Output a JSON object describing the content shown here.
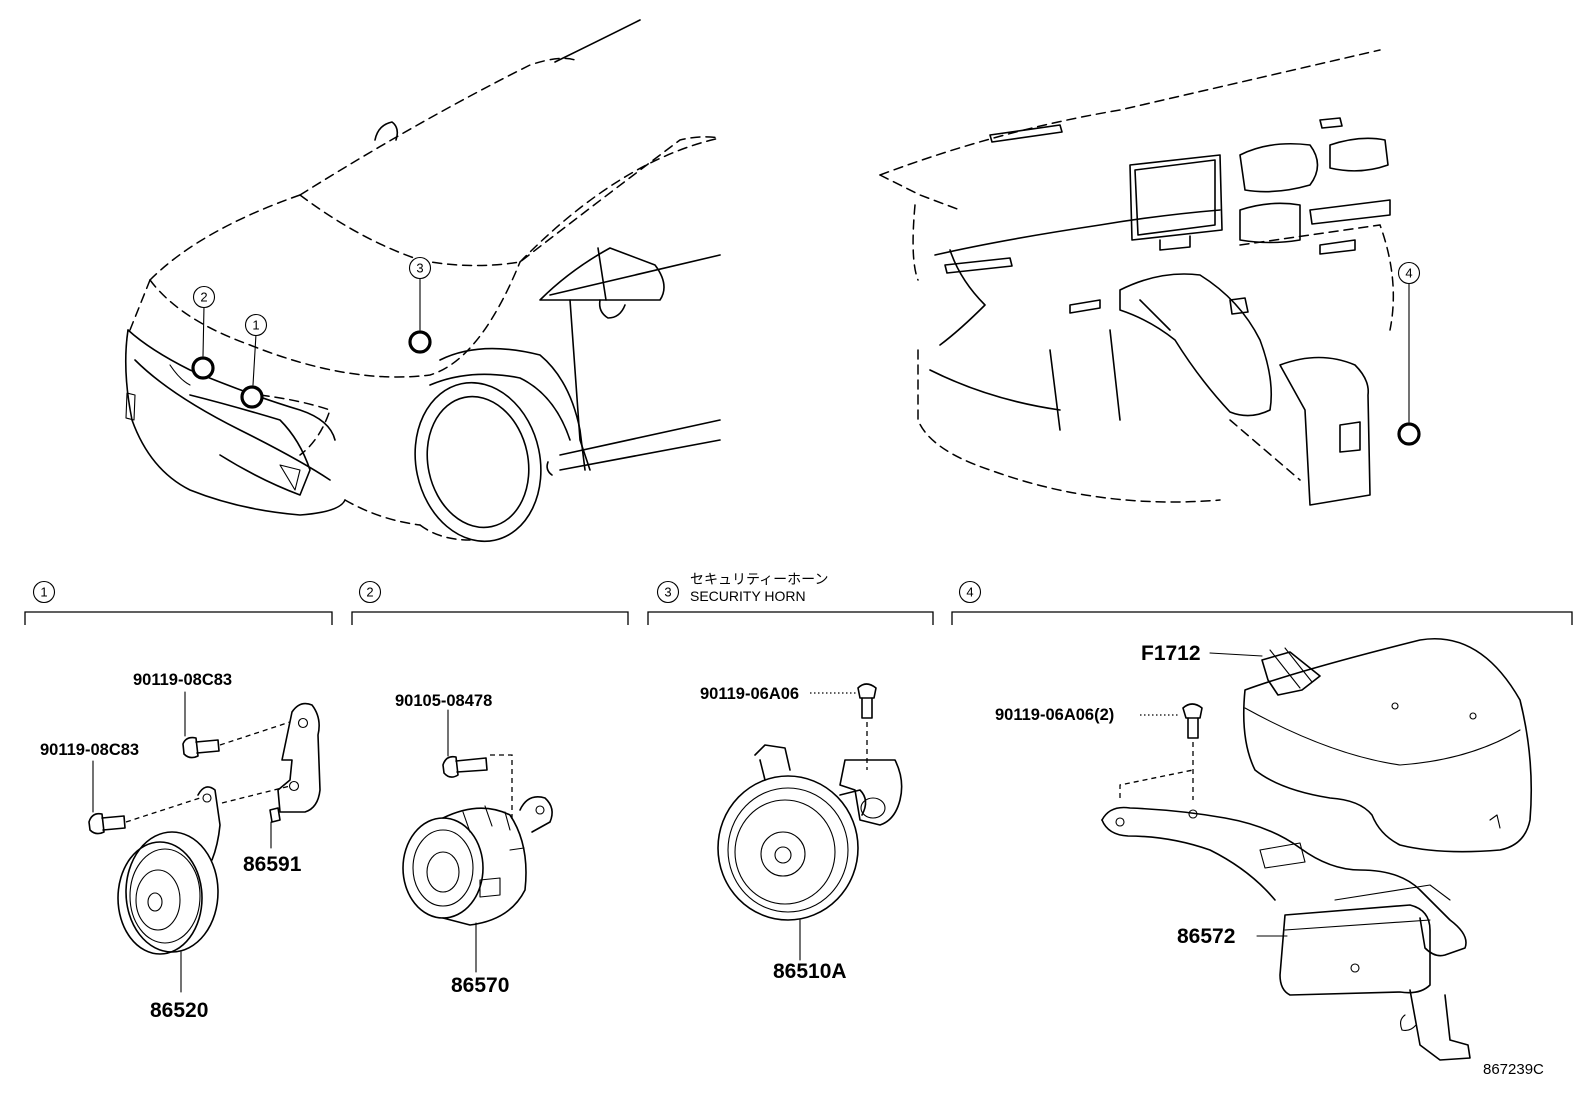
{
  "markers": [
    "1",
    "2",
    "3",
    "4"
  ],
  "sections": [
    {
      "number": "1",
      "title_jp": "",
      "title_en": ""
    },
    {
      "number": "2",
      "title_jp": "",
      "title_en": ""
    },
    {
      "number": "3",
      "title_jp": "セキュリティーホーン",
      "title_en": "SECURITY HORN"
    },
    {
      "number": "4",
      "title_jp": "",
      "title_en": ""
    }
  ],
  "parts": {
    "s1_bolt_upper": "90119-08C83",
    "s1_bolt_lower": "90119-08C83",
    "s1_bracket": "86591",
    "s1_horn": "86520",
    "s2_bolt": "90105-08478",
    "s2_horn": "86570",
    "s3_bolt": "90119-06A06",
    "s3_horn": "86510A",
    "s4_cover": "F1712",
    "s4_bolt": "90119-06A06(2)",
    "s4_unit": "86572"
  },
  "figure_id": "867239C"
}
